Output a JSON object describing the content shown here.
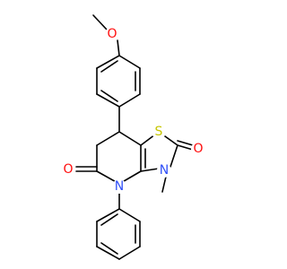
{
  "molecule": {
    "atoms": {
      "methoxy_oxygen": {
        "symbol": "O",
        "color": "#ff0d0d"
      },
      "ring_sulfur": {
        "symbol": "S",
        "color": "#c6c600"
      },
      "thiazolone_oxygen": {
        "symbol": "O",
        "color": "#ff0d0d"
      },
      "lactam_oxygen": {
        "symbol": "O",
        "color": "#ff0d0d"
      },
      "n_methyl_nitrogen": {
        "symbol": "N",
        "color": "#3050f8"
      },
      "n_phenyl_nitrogen": {
        "symbol": "N",
        "color": "#3050f8"
      }
    },
    "bond_color": "#000000"
  }
}
